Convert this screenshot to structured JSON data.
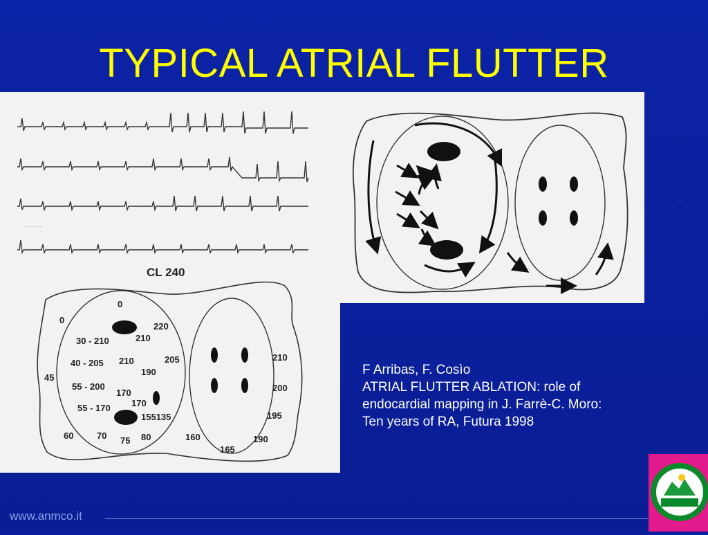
{
  "slide": {
    "title": "TYPICAL ATRIAL FLUTTER",
    "caption": {
      "line1": "F Arribas, F. Cosìo",
      "line2": "ATRIAL FLUTTER ABLATION: role of",
      "line3": "endocardial mapping in J. Farrè-C. Moro:",
      "line4": "Ten years of RA,  Futura 1998"
    },
    "footer_url": "www.anmco.it"
  },
  "figure_left": {
    "cycle_length_label": "CL 240",
    "labels": {
      "l0a": "0",
      "l0b": "0",
      "l220": "220",
      "l30210": "30 - 210",
      "l210a": "210",
      "l40205": "40 - 205",
      "l210b": "210",
      "l205": "205",
      "l190a": "190",
      "l45": "45",
      "l55200": "55 - 200",
      "l170a": "170",
      "l170b": "170",
      "l55170": "55 - 170",
      "l155135": "155135",
      "l60": "60",
      "l70": "70",
      "l75": "75",
      "l80": "80",
      "l160": "160",
      "l165": "165",
      "l190b": "190",
      "l195": "195",
      "l200": "200",
      "l210c": "210"
    }
  },
  "colors": {
    "title": "#ffff00",
    "background": "#0a1f9e",
    "logo": "#e21a8c"
  }
}
